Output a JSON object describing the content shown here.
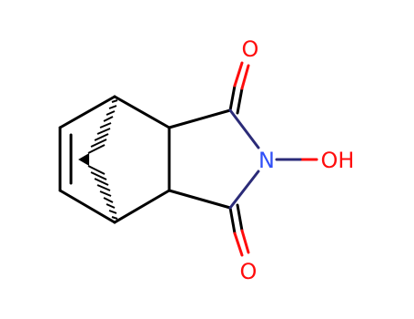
{
  "atoms": {
    "o_top": "O",
    "o_bottom": "O",
    "n": "N",
    "oh": "OH"
  },
  "colors": {
    "bond": "#000000",
    "oxygen": "#ff0d0d",
    "nitrogen": "#3050f8",
    "n_bond": "#2b2b78"
  }
}
